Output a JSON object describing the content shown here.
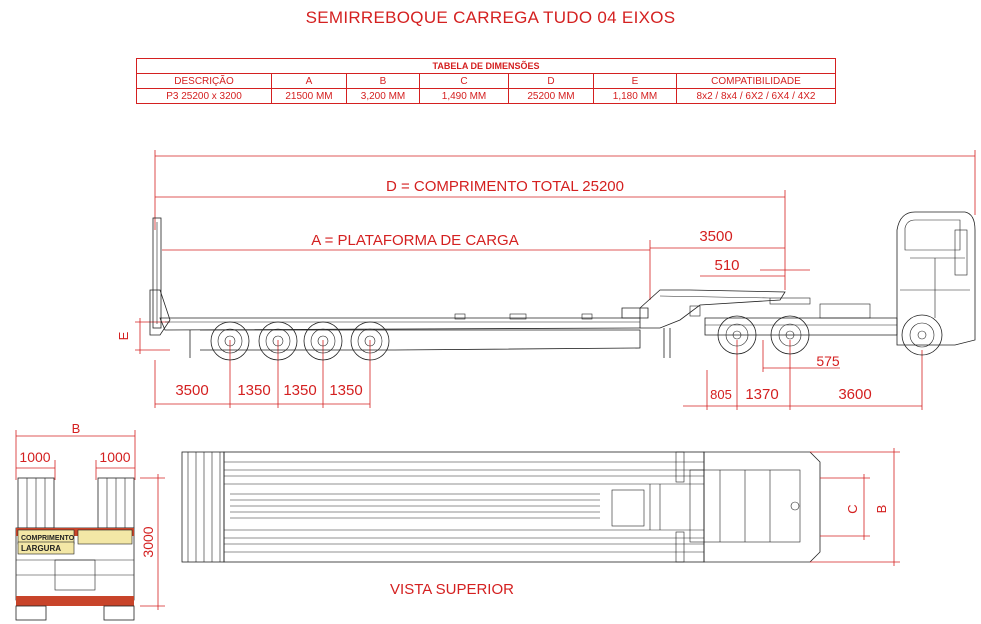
{
  "title": "SEMIRREBOQUE CARREGA TUDO 04 EIXOS",
  "table": {
    "caption": "TABELA DE DIMENSÕES",
    "headers": [
      "DESCRIÇÃO",
      "A",
      "B",
      "C",
      "D",
      "E",
      "COMPATIBILIDADE"
    ],
    "row": [
      "P3 25200 x 3200",
      "21500  MM",
      "3,200 MM",
      "1,490 MM",
      "25200  MM",
      "1,180 MM",
      "8x2 / 8x4 / 6X2 / 6X4 / 4X2"
    ]
  },
  "side_view": {
    "total_length": "D = COMPRIMENTO TOTAL 25200",
    "platform": "A = PLATAFORMA DE CARGA",
    "gooseneck": "3500",
    "kingpin_offset": "510",
    "height_label": "E",
    "axle_spacing": [
      "3500",
      "1350",
      "1350",
      "1350"
    ],
    "truck_dims": [
      "575",
      "805",
      "1370",
      "3600"
    ]
  },
  "rear_view": {
    "width_label": "B",
    "ramp_left": "1000",
    "ramp_right": "1000",
    "height": "3000",
    "plate_top": "COMPRIMENTO",
    "plate_bottom": "LARGURA"
  },
  "top_view": {
    "caption": "VISTA SUPERIOR",
    "dim_c": "C",
    "dim_b": "B"
  },
  "colors": {
    "dims": "#d42020",
    "lines": "#222222"
  }
}
